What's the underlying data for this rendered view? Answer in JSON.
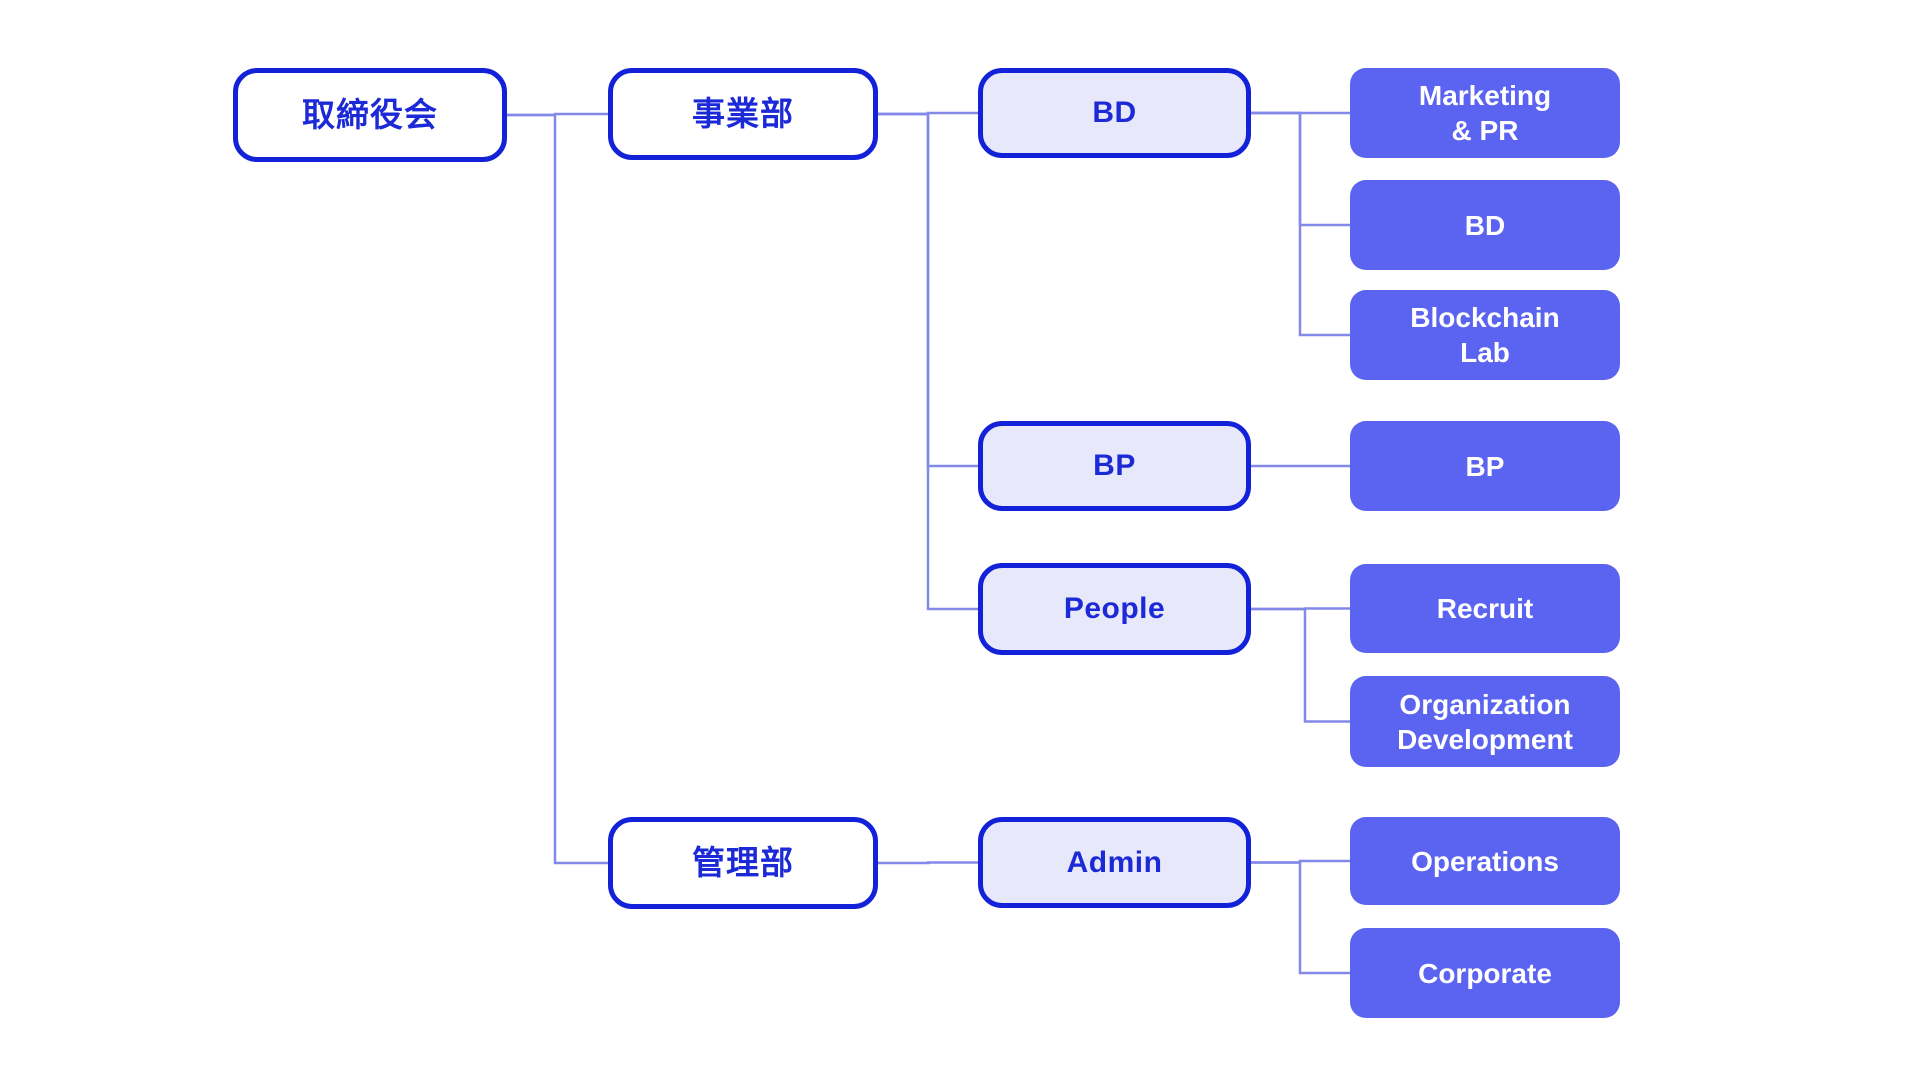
{
  "diagram": {
    "type": "org-chart",
    "background": "#ffffff"
  },
  "colors": {
    "primary_blue": "#1322d8",
    "node_text_blue": "#1b2ad6",
    "leaf_fill": "#5b63f1",
    "leaf_text": "#ffffff",
    "mid_fill": "#e8e8fb",
    "outline_fill": "#ffffff",
    "connector": "#8289e9"
  },
  "nodes": [
    {
      "id": "board",
      "label": "取締役会",
      "level": 1,
      "style": "outline"
    },
    {
      "id": "business",
      "label": "事業部",
      "level": 2,
      "style": "outline"
    },
    {
      "id": "bd",
      "label": "BD",
      "level": 3,
      "style": "mid"
    },
    {
      "id": "mktpr",
      "label": "Marketing\n& PR",
      "level": 4,
      "style": "leaf"
    },
    {
      "id": "bd2",
      "label": "BD",
      "level": 4,
      "style": "leaf"
    },
    {
      "id": "blockchain",
      "label": "Blockchain\nLab",
      "level": 4,
      "style": "leaf"
    },
    {
      "id": "bp",
      "label": "BP",
      "level": 3,
      "style": "mid"
    },
    {
      "id": "bp2",
      "label": "BP",
      "level": 4,
      "style": "leaf"
    },
    {
      "id": "people",
      "label": "People",
      "level": 3,
      "style": "mid"
    },
    {
      "id": "recruit",
      "label": "Recruit",
      "level": 4,
      "style": "leaf"
    },
    {
      "id": "orgdev",
      "label": "Organization\nDevelopment",
      "level": 4,
      "style": "leaf"
    },
    {
      "id": "management",
      "label": "管理部",
      "level": 2,
      "style": "outline"
    },
    {
      "id": "admin",
      "label": "Admin",
      "level": 3,
      "style": "mid"
    },
    {
      "id": "operations",
      "label": "Operations",
      "level": 4,
      "style": "leaf"
    },
    {
      "id": "corporate",
      "label": "Corporate",
      "level": 4,
      "style": "leaf"
    }
  ],
  "edges": [
    {
      "from": "board",
      "to": "business"
    },
    {
      "from": "board",
      "to": "management"
    },
    {
      "from": "business",
      "to": "bd"
    },
    {
      "from": "business",
      "to": "bp"
    },
    {
      "from": "business",
      "to": "people"
    },
    {
      "from": "bd",
      "to": "mktpr"
    },
    {
      "from": "bd",
      "to": "bd2"
    },
    {
      "from": "bd",
      "to": "blockchain"
    },
    {
      "from": "bp",
      "to": "bp2"
    },
    {
      "from": "people",
      "to": "recruit"
    },
    {
      "from": "people",
      "to": "orgdev"
    },
    {
      "from": "management",
      "to": "admin"
    },
    {
      "from": "admin",
      "to": "operations"
    },
    {
      "from": "admin",
      "to": "corporate"
    }
  ]
}
